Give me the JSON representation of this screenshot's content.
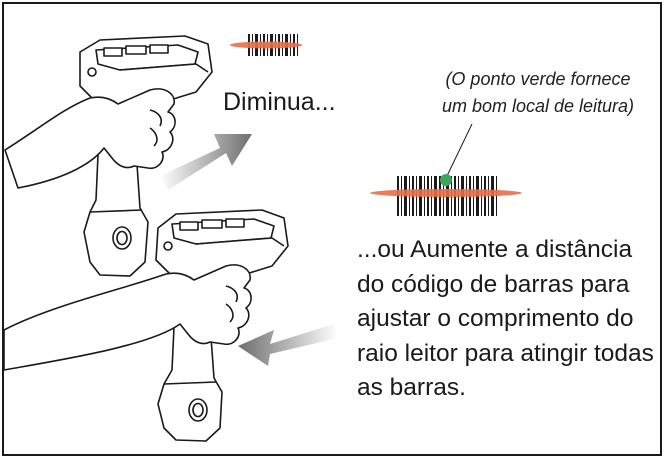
{
  "top_label": "Diminua...",
  "note": {
    "line1": "(O ponto verde fornece",
    "line2": "um bom local de leitura)"
  },
  "instruction": {
    "lines": [
      "...ou Aumente a distância",
      "do código de barras para",
      "ajustar o comprimento do",
      "raio leitor para atingir todas",
      "as barras."
    ]
  },
  "colors": {
    "laser": "#e8704a",
    "green_dot": "#3aa85a",
    "arrow": "#8a8a8a",
    "outline": "#1a1a1a"
  },
  "icons": [
    "handheld-scanner-icon",
    "hand-icon",
    "barcode-icon",
    "arrow-icon"
  ]
}
